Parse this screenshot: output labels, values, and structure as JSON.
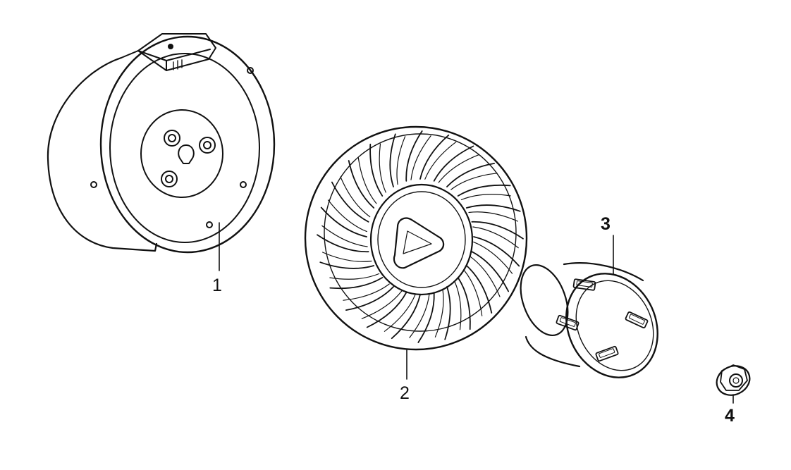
{
  "parts": [
    {
      "number": "1",
      "icon": "flywheel-icon"
    },
    {
      "number": "2",
      "icon": "cooling-fan-icon"
    },
    {
      "number": "3",
      "icon": "starter-pulley-cup-icon"
    },
    {
      "number": "4",
      "icon": "flange-nut-icon"
    }
  ],
  "colors": {
    "ink": "#111111",
    "paper": "#ffffff"
  }
}
